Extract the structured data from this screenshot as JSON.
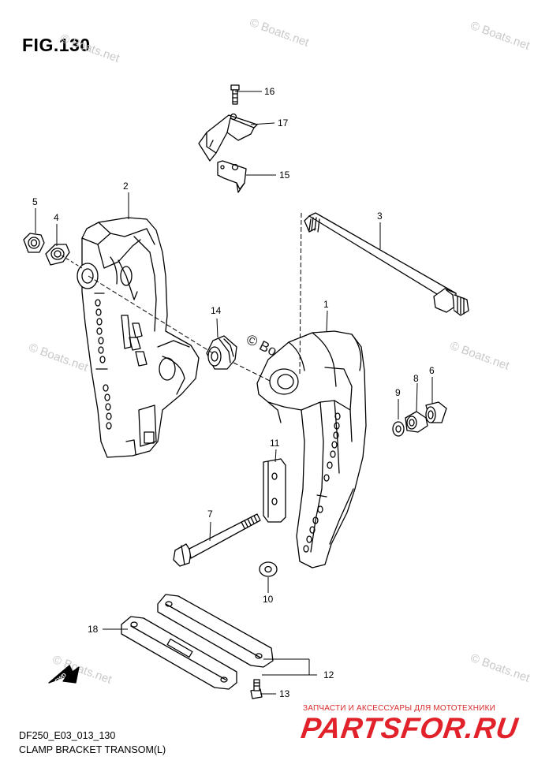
{
  "figure": {
    "title": "FIG.130"
  },
  "footer": {
    "code": "DF250_E03_013_130",
    "name": "CLAMP BRACKET TRANSOM(L)"
  },
  "watermark": {
    "text": "© Boats.net"
  },
  "parts_tag": {
    "subtitle": "ЗАПЧАСТИ И АКСЕССУАРЫ ДЛЯ МОТОТЕХНИКИ",
    "brand": "PARTSFOR.RU",
    "color": "#e2222a"
  },
  "fwd_arrow": {
    "label": "FWD"
  },
  "callouts": [
    "1",
    "2",
    "3",
    "4",
    "5",
    "6",
    "7",
    "8",
    "9",
    "10",
    "11",
    "12",
    "13",
    "14",
    "15",
    "16",
    "17",
    "18"
  ]
}
